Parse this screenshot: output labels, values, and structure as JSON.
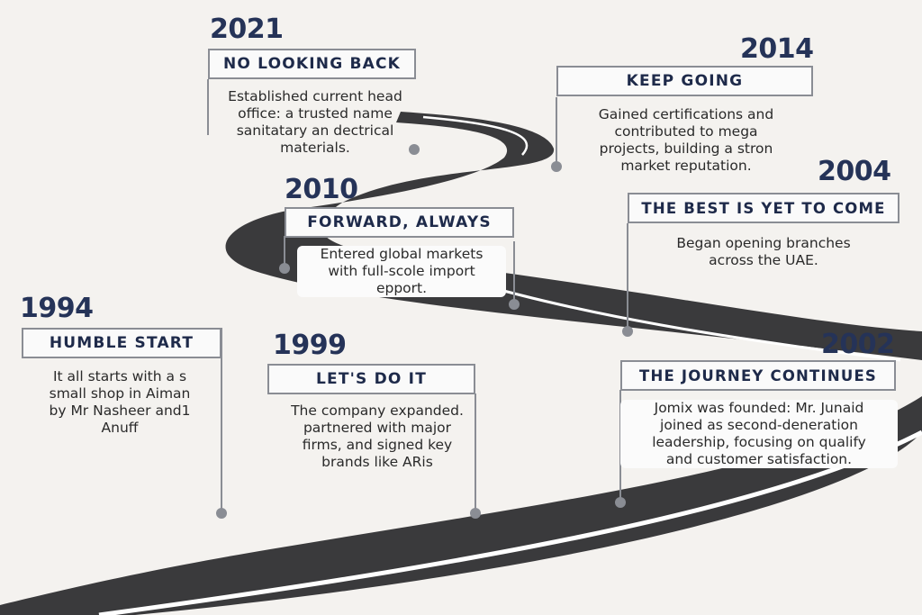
{
  "milestones": [
    {
      "year": "2021",
      "title": "NO LOOKING BACK",
      "description": "Established current head\noffice: a trusted name\nsanitatary an dectrical\nmaterials."
    },
    {
      "year": "2014",
      "title": "KEEP GOING",
      "description": "Gained certifications and\ncontributed to mega\nprojects, building a stron\nmarket reputation."
    },
    {
      "year": "2010",
      "title": "FORWARD, ALWAYS",
      "description": "Entered global markets\nwith full-scole import\nepport."
    },
    {
      "year": "2004",
      "title": "THE BEST IS YET TO COME",
      "description": "Began opening branches\nacross the UAE."
    },
    {
      "year": "1994",
      "title": "HUMBLE START",
      "description": "It all starts with a s\nsmall shop in Aiman\nby Mr Nasheer and1\nAnuff"
    },
    {
      "year": "1999",
      "title": "LET'S DO IT",
      "description": "The company expanded.\npartnered with major\nfirms, and signed key\nbrands like ARis"
    },
    {
      "year": "2002",
      "title": "THE JOURNEY CONTINUES",
      "description": "Jomix was founded: Mr. Junaid\njoined as second-deneration\nleadership, focusing on qualify\nand customer satisfaction."
    }
  ],
  "colors": {
    "road": "#3a3a3c",
    "road_stripe": "#ffffff",
    "year": "#253358",
    "marker": "#8a8d94",
    "background": "#f4f2ef"
  }
}
